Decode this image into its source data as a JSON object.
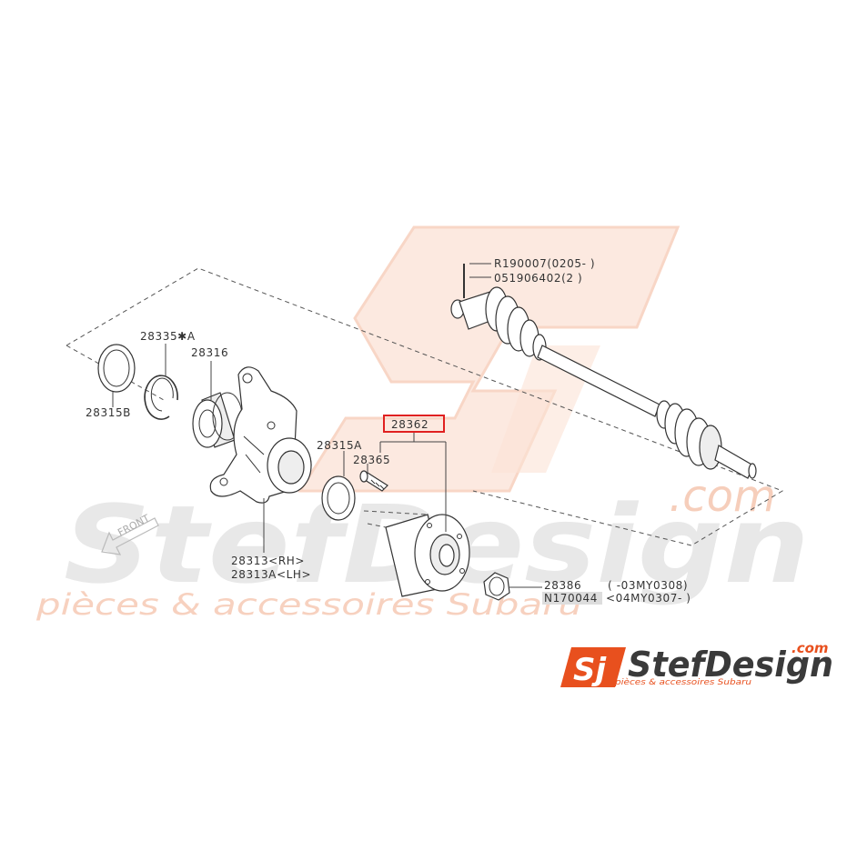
{
  "colors": {
    "watermark": "#f6c9b4",
    "watermark_gray": "#e4e4e4",
    "highlight": "#e02020",
    "logo_orange": "#e8501e",
    "logo_dark": "#3a3a3a",
    "line": "#333333"
  },
  "watermark": {
    "brand": "StefDesign",
    "dotcom": ".com",
    "tagline": "pièces & accessoires Subaru"
  },
  "direction": {
    "label": "FRONT",
    "icon": "front-arrow-icon"
  },
  "labels": {
    "p28335": "28335✱A",
    "p28316": "28316",
    "p28315b": "28315B",
    "p28315a": "28315A",
    "p28365": "28365",
    "p28313": "28313<RH>",
    "p28313a": "28313A<LH>",
    "p28362": "28362",
    "r190007": "R190007(0205-   )",
    "p051906402": "051906402(2  )",
    "p28386_part": "28386",
    "p28386_range": "(           -03MY0308)",
    "n170044_part": "N170044",
    "n170044_range": "<04MY0307-         )"
  },
  "highlighted_part": "28362",
  "logo": {
    "badge": "Sj",
    "brand": "StefDesign",
    "dotcom": ".com",
    "tagline": "pièces & accessoires Subaru"
  }
}
